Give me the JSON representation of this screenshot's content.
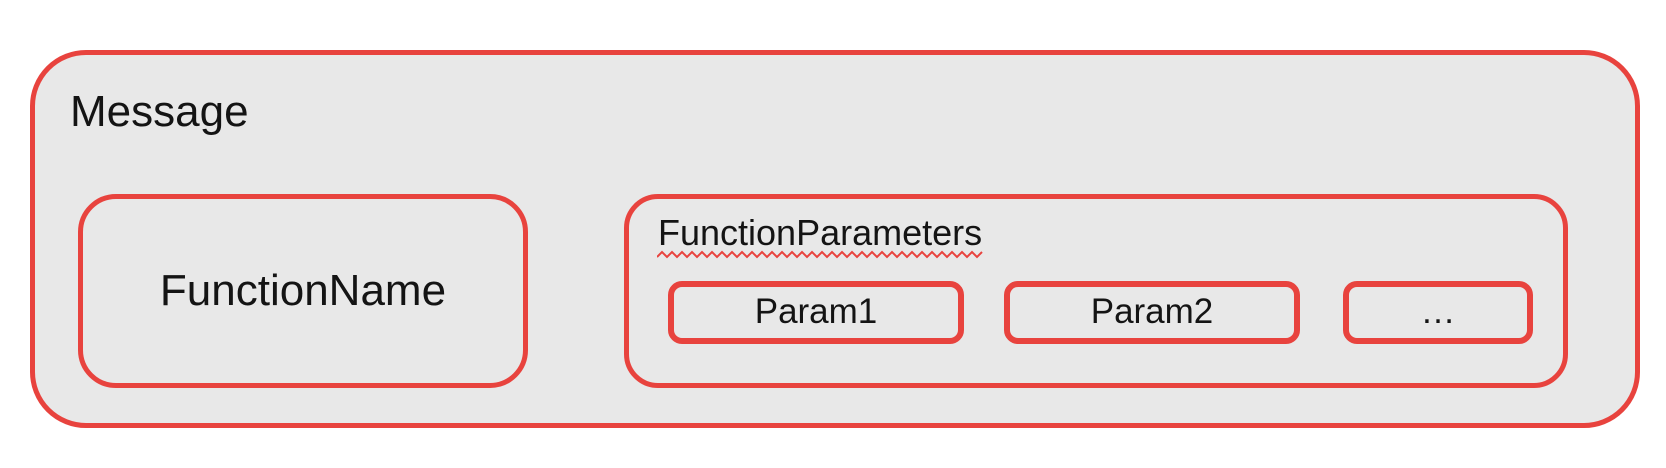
{
  "colors": {
    "border_red": "#e8433e",
    "fill_gray": "#e8e8e8",
    "text": "#141414",
    "page_background": "#ffffff"
  },
  "diagram": {
    "message": {
      "label": "Message"
    },
    "function_name": {
      "label": "FunctionName"
    },
    "function_parameters": {
      "label": "FunctionParameters",
      "underline_style": "red-wavy",
      "params": [
        {
          "label": "Param1"
        },
        {
          "label": "Param2"
        },
        {
          "label": "…"
        }
      ]
    }
  }
}
